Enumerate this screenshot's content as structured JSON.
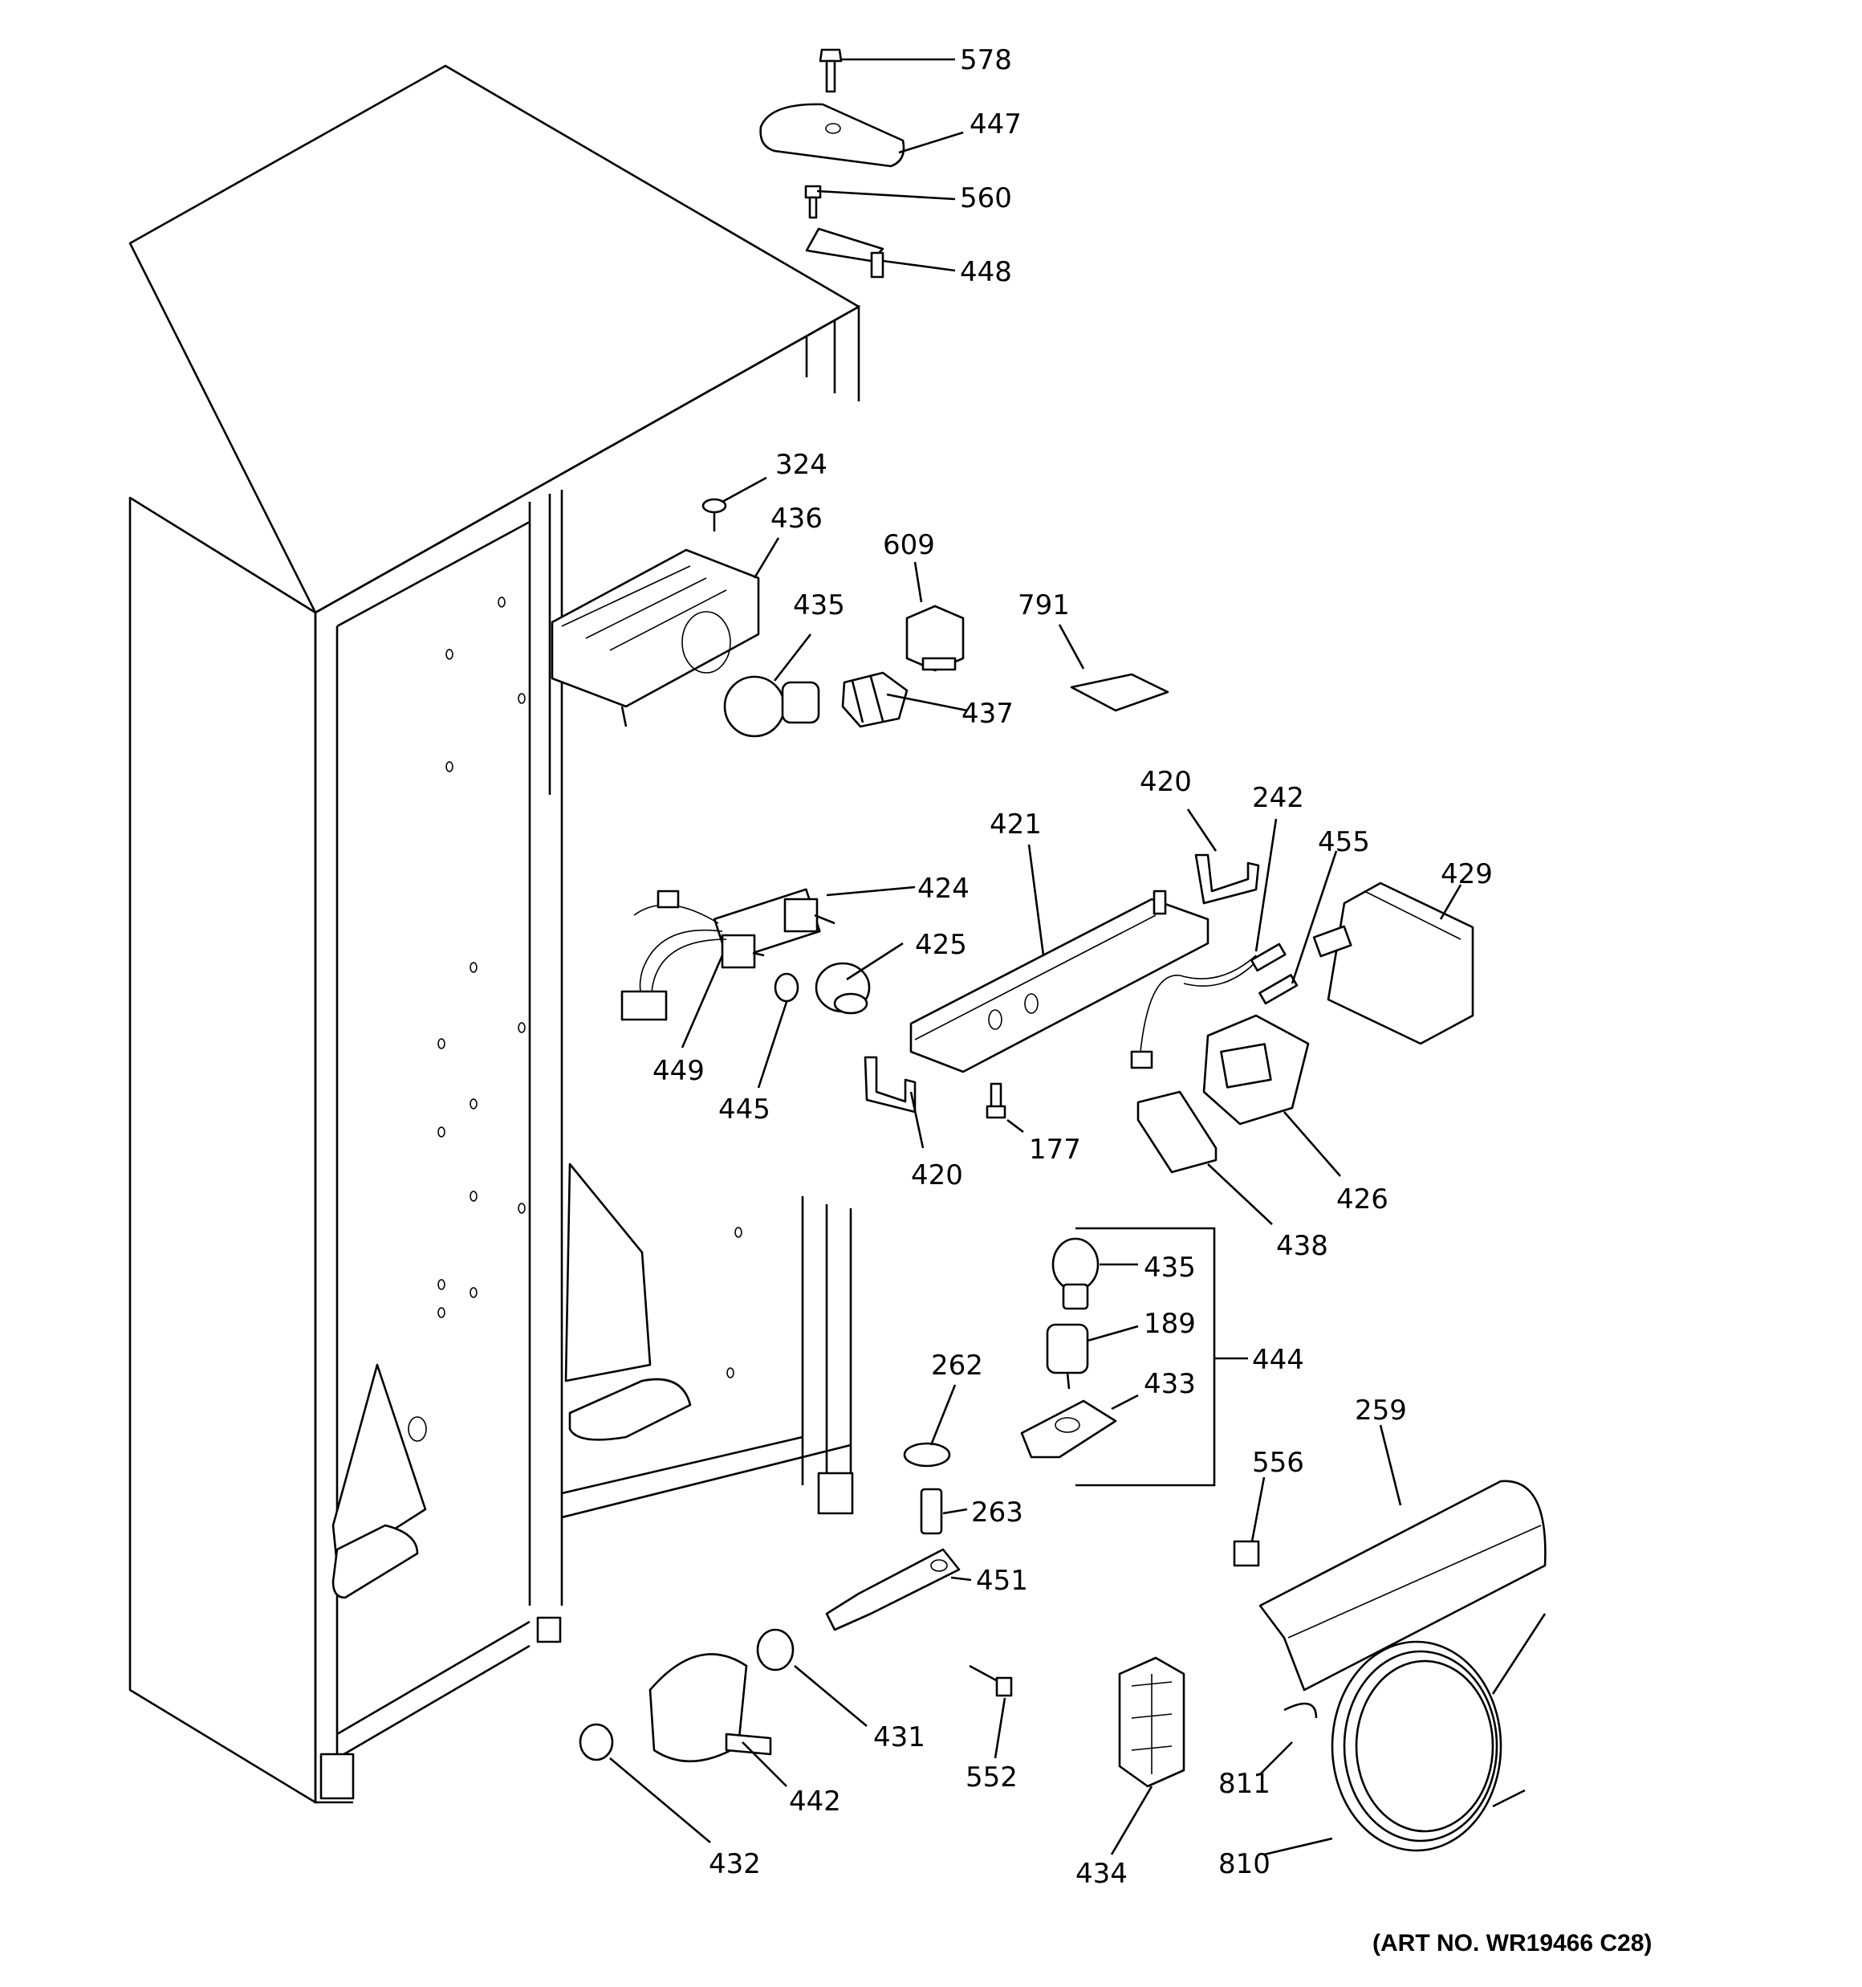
{
  "diagram": {
    "art_number": "(ART NO. WR19466 C28)",
    "callouts": {
      "c578": "578",
      "c447": "447",
      "c560": "560",
      "c448": "448",
      "c324": "324",
      "c436": "436",
      "c609": "609",
      "c435a": "435",
      "c791": "791",
      "c437": "437",
      "c420a": "420",
      "c242": "242",
      "c455": "455",
      "c429": "429",
      "c421": "421",
      "c424": "424",
      "c425": "425",
      "c449": "449",
      "c445": "445",
      "c420b": "420",
      "c177": "177",
      "c426": "426",
      "c438": "438",
      "c435b": "435",
      "c189": "189",
      "c444": "444",
      "c433": "433",
      "c262": "262",
      "c263": "263",
      "c451": "451",
      "c556": "556",
      "c259": "259",
      "c431": "431",
      "c552": "552",
      "c442": "442",
      "c432": "432",
      "c434": "434",
      "c811": "811",
      "c810": "810"
    }
  }
}
